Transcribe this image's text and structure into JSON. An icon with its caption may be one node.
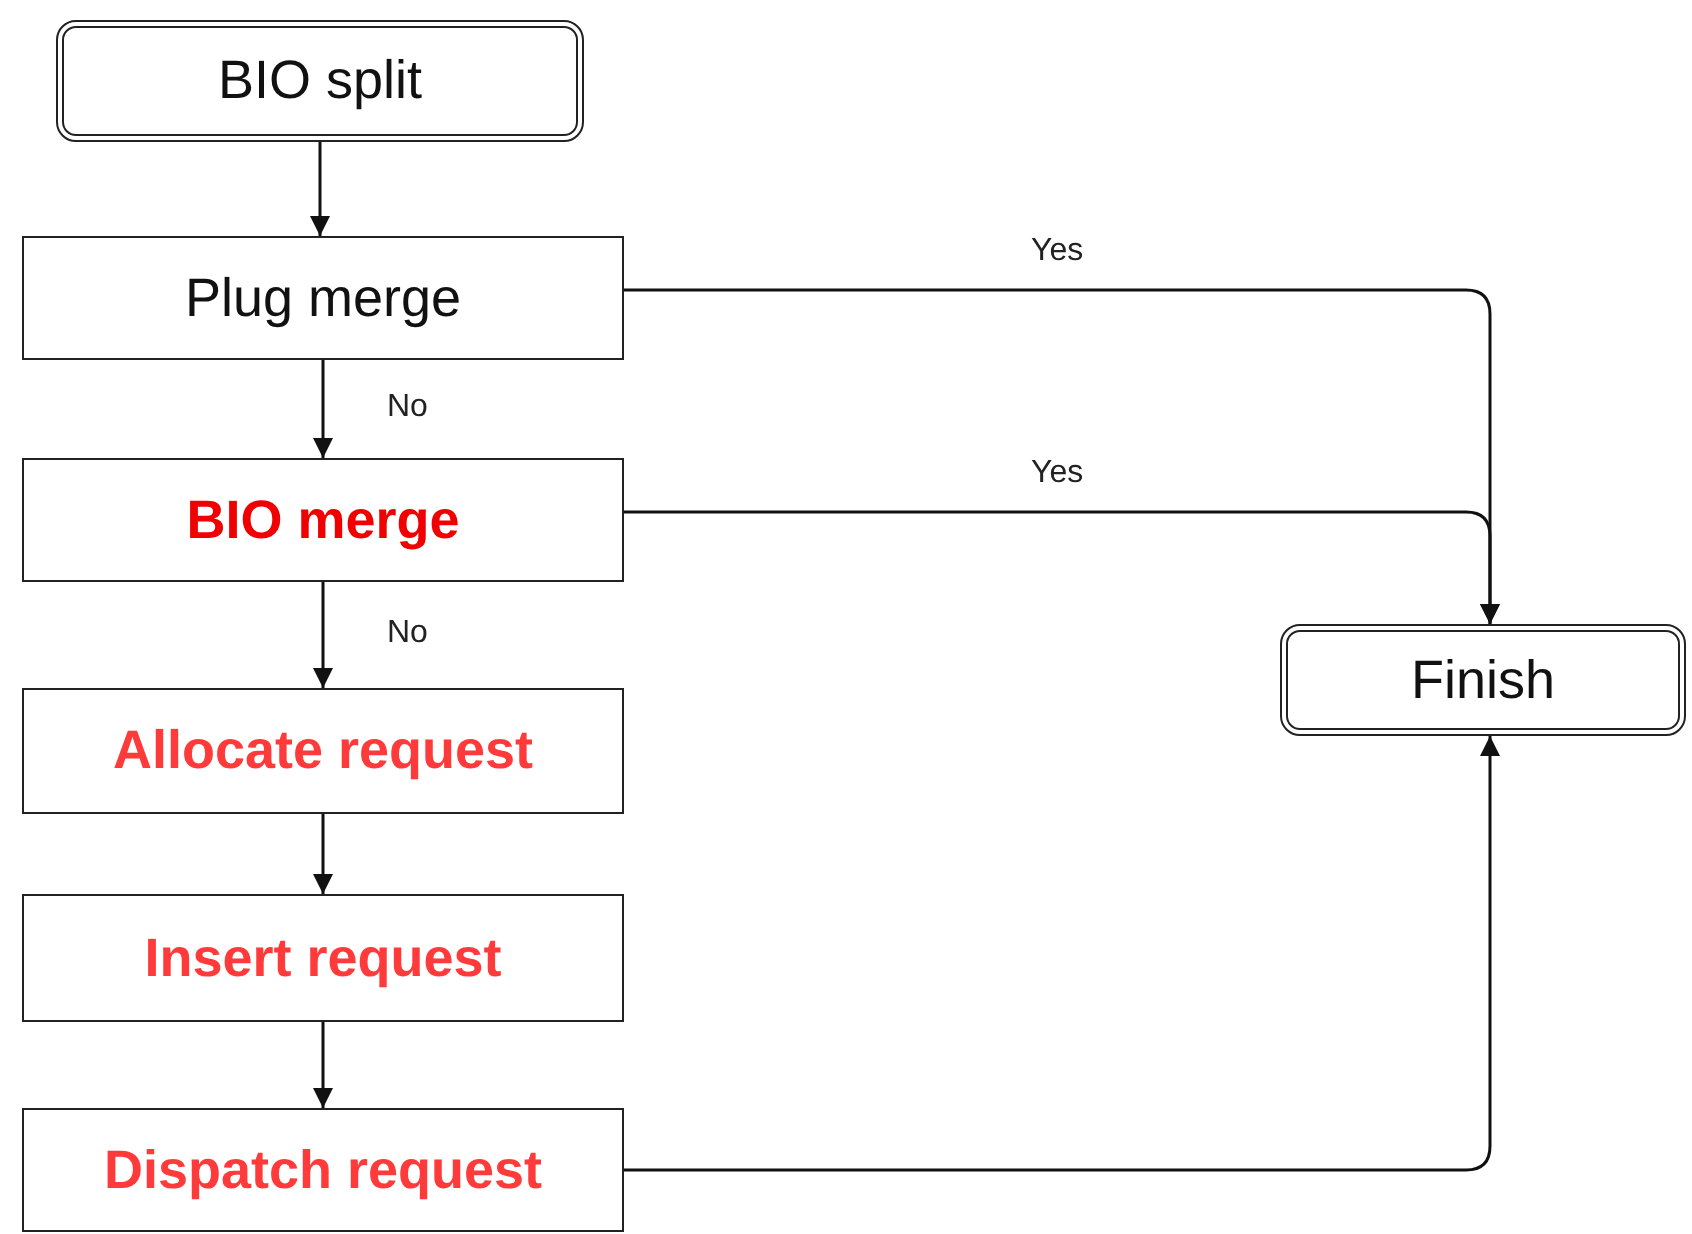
{
  "diagram": {
    "nodes": [
      {
        "text": [
          "BIO split"
        ]
      },
      {
        "text": [
          "Plug merge"
        ]
      },
      {
        "text": [
          "BIO merge"
        ]
      },
      {
        "text": [
          "Allocate request"
        ]
      },
      {
        "text": [
          "Insert request"
        ]
      },
      {
        "text": [
          "Dispatch request"
        ]
      },
      {
        "text": [
          "Finish"
        ]
      }
    ],
    "edges": [
      {
        "from": 0,
        "to": 1,
        "arrow": "to"
      },
      {
        "from": 1,
        "to": 2,
        "arrow": "to",
        "label": "No"
      },
      {
        "from": 2,
        "to": 3,
        "arrow": "to",
        "label": "No"
      },
      {
        "from": 3,
        "to": 4,
        "arrow": "to"
      },
      {
        "from": 4,
        "to": 5,
        "arrow": "to"
      },
      {
        "from": 1,
        "to": 6,
        "arrow": "to",
        "label": "Yes"
      },
      {
        "from": 2,
        "to": 6,
        "arrow": "to",
        "label": "Yes"
      },
      {
        "from": 5,
        "to": 6,
        "arrow": "to"
      }
    ]
  }
}
